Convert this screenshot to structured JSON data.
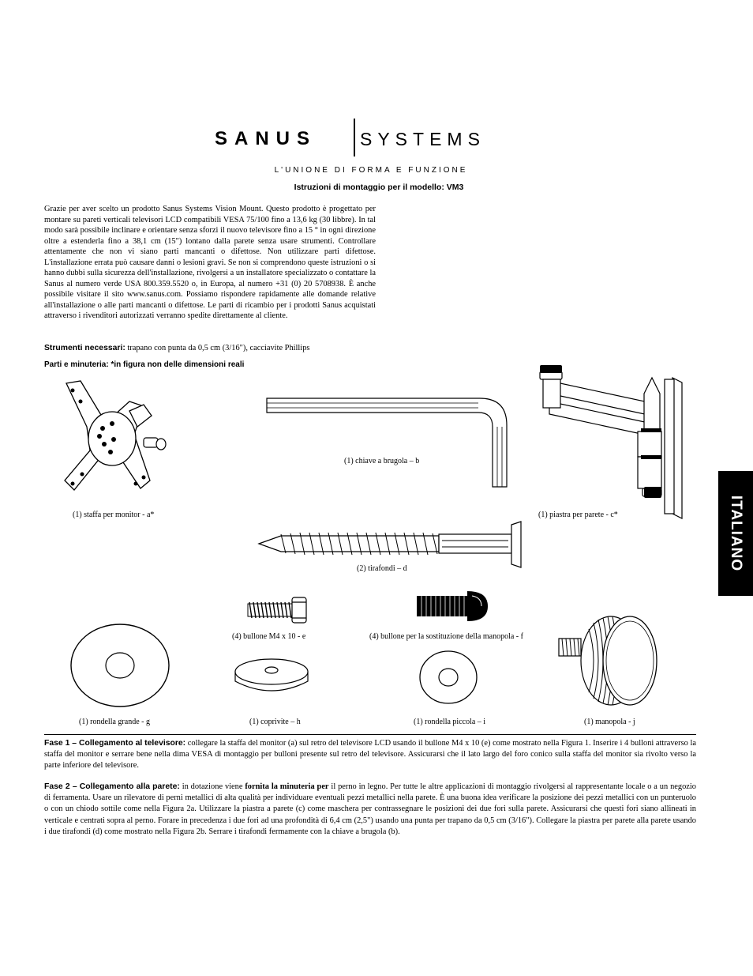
{
  "logo": {
    "left": "SANUS",
    "right": "SYSTEMS",
    "tagline": "L'UNIONE DI FORMA E FUNZIONE"
  },
  "title": "Istruzioni di montaggio per il modello: VM3",
  "intro": "Grazie per aver scelto un prodotto Sanus Systems Vision Mount. Questo prodotto è progettato per montare su pareti verticali televisori  LCD compatibili VESA 75/100 fino a 13,6 kg (30 libbre). In tal modo sarà possibile inclinare e orientare senza sforzi il nuovo televisore fino a 15 ° in ogni direzione oltre a estenderla fino a 38,1 cm (15\") lontano dalla parete senza usare strumenti. Controllare attentamente che non vi siano parti mancanti o difettose. Non utilizzare parti difettose. L'installazione errata può causare danni o lesioni gravi. Se non si comprendono queste istruzioni o si hanno dubbi sulla sicurezza dell'installazione, rivolgersi a un installatore specializzato o contattare la Sanus al numero verde USA 800.359.5520 o, in Europa, al numero +31 (0) 20 5708938. È anche possibile visitare il sito www.sanus.com. Possiamo rispondere rapidamente alle domande relative all'installazione o alle parti mancanti o difettose. Le parti di ricambio per i prodotti Sanus acquistati attraverso i rivenditori autorizzati verranno spedite direttamente al cliente.",
  "tools": {
    "label": "Strumenti necessari:",
    "text": " trapano con punta da  0,5 cm (3/16\"), cacciavite Phillips"
  },
  "parts_heading": "Parti e minuteria: *in figura non delle dimensioni reali",
  "parts": {
    "a": "(1) staffa per monitor - a*",
    "b": "(1) chiave a brugola – b",
    "c": "(1) piastra per parete - c*",
    "d": "(2) tirafondi – d",
    "e": "(4) bullone M4 x 10 - e",
    "f": "(4) bullone per la sostituzione della manopola - f",
    "g": "(1) rondella grande - g",
    "h": "(1) coprivite – h",
    "i": "(1) rondella piccola – i",
    "j": "(1) manopola - j"
  },
  "side_tab": "ITALIANO",
  "step1": {
    "label": "Fase 1 – Collegamento al televisore:",
    "text": " collegare la staffa del monitor (a) sul retro del televisore LCD usando il bullone M4 x 10 (e) come mostrato nella Figura 1. Inserire i 4 bulloni attraverso la staffa del monitor e serrare bene nella dima  VESA di montaggio per bulloni presente sul retro del televisore. Assicurarsi che il lato largo del foro conico sulla staffa del monitor sia rivolto verso la parte inferiore del televisore."
  },
  "step2": {
    "label": "Fase 2 – Collegamento alla parete:",
    "text_a": " in dotazione viene ",
    "bold": "fornita la minuteria per",
    "text_b": "  il perno in legno. Per tutte le altre applicazioni di montaggio rivolgersi al rappresentante locale o a un negozio di ferramenta. Usare un rilevatore di perni metallici di alta qualità per individuare eventuali pezzi metallici nella parete. È una buona idea verificare la posizione dei pezzi metallici con un punteruolo o con un chiodo sottile come nella Figura 2a. Utilizzare la piastra a parete (c) come maschera per contrassegnare le posizioni dei due fori sulla parete. Assicurarsi che questi fori siano allineati in verticale e centrati sopra al perno. Forare in precedenza i due fori ad una profondità di 6,4 cm (2,5\") usando una punta per trapano da 0,5 cm (3/16\"). Collegare la piastra per parete alla parete usando i due tirafondi (d) come mostrato nella Figura 2b. Serrare i tirafondi fermamente con la chiave a brugola (b)."
  }
}
